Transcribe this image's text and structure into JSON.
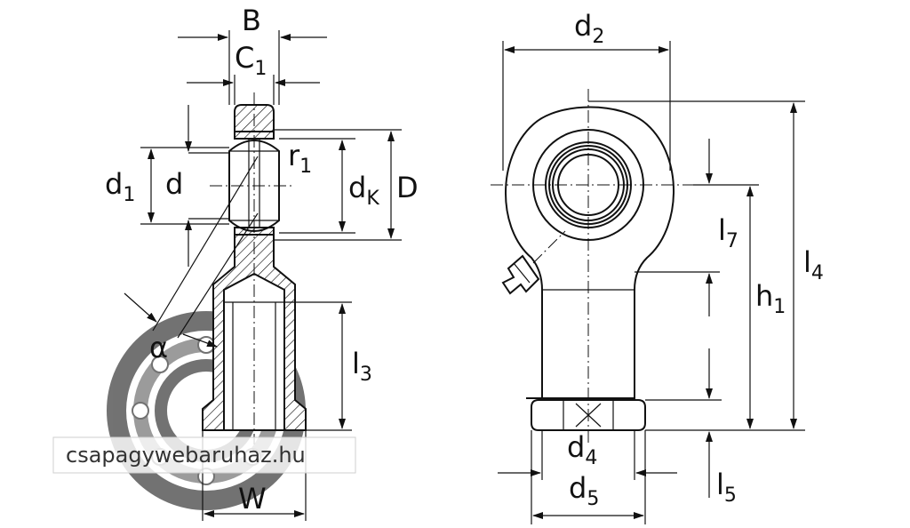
{
  "labels": {
    "B": "B",
    "C1_main": "C",
    "C1_sub": "1",
    "d1_main": "d",
    "d1_sub": "1",
    "d": "d",
    "r1_main": "r",
    "r1_sub": "1",
    "dK_main": "d",
    "dK_sub": "K",
    "D": "D",
    "alpha": "α",
    "l3_main": "l",
    "l3_sub": "3",
    "W": "W",
    "d2_main": "d",
    "d2_sub": "2",
    "l7_main": "l",
    "l7_sub": "7",
    "h1_main": "h",
    "h1_sub": "1",
    "l4_main": "l",
    "l4_sub": "4",
    "d4_main": "d",
    "d4_sub": "4",
    "d5_main": "d",
    "d5_sub": "5",
    "l5_main": "l",
    "l5_sub": "5"
  },
  "watermark": {
    "text": "csapagywebaruhaz.hu"
  }
}
